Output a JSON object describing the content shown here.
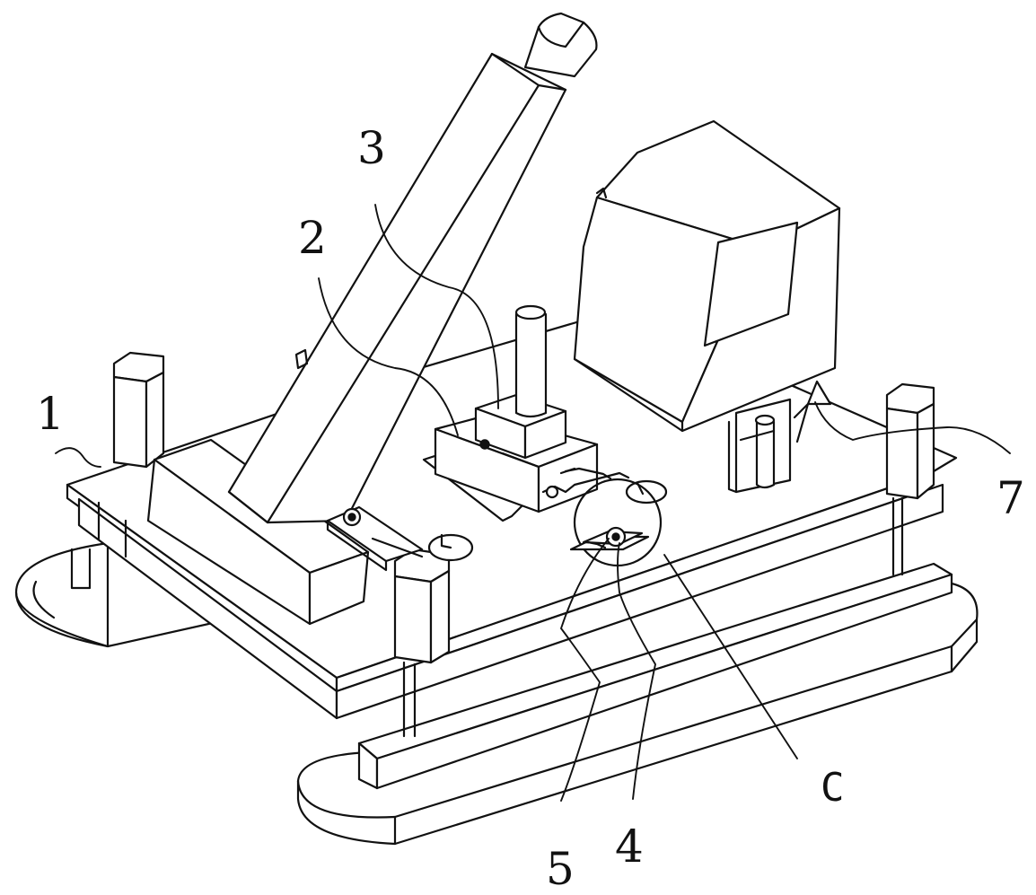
{
  "figure": {
    "labels": {
      "part_1": "1",
      "part_2": "2",
      "part_3": "3",
      "part_4": "4",
      "part_5": "5",
      "part_7": "7",
      "detail_c": "C"
    }
  }
}
